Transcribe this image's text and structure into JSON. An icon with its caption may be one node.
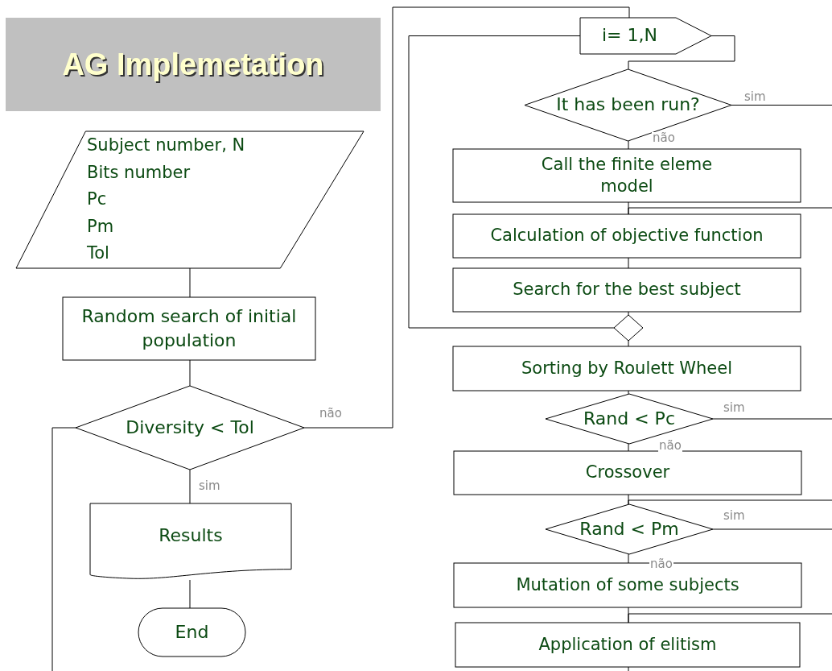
{
  "diagram": {
    "title": "AG Implemetation",
    "nodes": [
      {
        "text": [
          "Subject number, N",
          "Bits number",
          "Pc",
          "Pm",
          "Tol"
        ]
      },
      {
        "text": [
          "Random search of initial population"
        ]
      },
      {
        "text": [
          "Diversity < Tol"
        ]
      },
      {
        "text": [
          "Results"
        ]
      },
      {
        "text": [
          "End"
        ]
      },
      {
        "text": [
          "i= 1,N"
        ]
      },
      {
        "text": [
          "It has been run?"
        ]
      },
      {
        "text": [
          "Call the finite eleme model"
        ]
      },
      {
        "text": [
          "Calculation of objective function"
        ]
      },
      {
        "text": [
          "Search for the best subject"
        ]
      },
      {
        "text": [],
        "shape": "diamond"
      },
      {
        "text": [
          "Sorting by Roulett Wheel"
        ]
      },
      {
        "text": [
          "Rand < Pc"
        ]
      },
      {
        "text": [
          "Crossover"
        ]
      },
      {
        "text": [
          "Rand < Pm"
        ]
      },
      {
        "text": [
          "Mutation of some subjects"
        ]
      },
      {
        "text": [
          "Application of elitism"
        ]
      }
    ],
    "edges": [
      {
        "from": 0,
        "to": 1,
        "arrow": "none"
      },
      {
        "from": 1,
        "to": 2,
        "arrow": "none"
      },
      {
        "from": 2,
        "to": 3,
        "arrow": "none",
        "label": "sim"
      },
      {
        "from": 3,
        "to": 4,
        "arrow": "none"
      },
      {
        "from": 2,
        "to": 5,
        "arrow": "none",
        "label": "não"
      },
      {
        "from": 2,
        "to": null,
        "arrow": "none"
      },
      {
        "from": 5,
        "to": 6,
        "arrow": "none"
      },
      {
        "from": 6,
        "to": 7,
        "arrow": "none",
        "label": "não"
      },
      {
        "from": 6,
        "to": null,
        "arrow": "none",
        "label": "sim"
      },
      {
        "from": null,
        "to": 8,
        "arrow": "none"
      },
      {
        "from": 7,
        "to": 8,
        "arrow": "none"
      },
      {
        "from": 8,
        "to": 9,
        "arrow": "none"
      },
      {
        "from": 9,
        "to": 10,
        "arrow": "none"
      },
      {
        "from": 10,
        "to": 5,
        "arrow": "none"
      },
      {
        "from": 10,
        "to": 11,
        "arrow": "none"
      },
      {
        "from": 11,
        "to": 12,
        "arrow": "none"
      },
      {
        "from": 12,
        "to": 13,
        "arrow": "none",
        "label": "não"
      },
      {
        "from": 12,
        "to": null,
        "arrow": "none",
        "label": "sim"
      },
      {
        "from": 13,
        "to": 14,
        "arrow": "none"
      },
      {
        "from": null,
        "to": 14,
        "arrow": "none"
      },
      {
        "from": 14,
        "to": 15,
        "arrow": "none",
        "label": "não"
      },
      {
        "from": 14,
        "to": null,
        "arrow": "none",
        "label": "sim"
      },
      {
        "from": 15,
        "to": 16,
        "arrow": "none"
      },
      {
        "from": null,
        "to": 16,
        "arrow": "none"
      },
      {
        "from": 16,
        "to": null,
        "arrow": "none"
      }
    ]
  }
}
